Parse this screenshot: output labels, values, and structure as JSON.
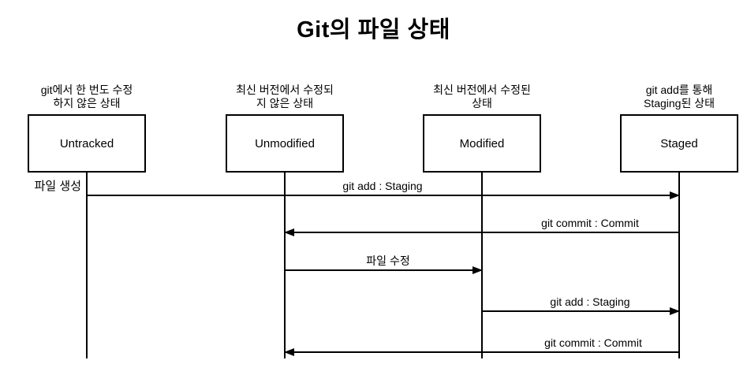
{
  "title": "Git의 파일 상태",
  "colors": {
    "line": "#000000",
    "background": "#ffffff",
    "text": "#000000"
  },
  "side_note": "파일 생성",
  "lifelines": [
    {
      "id": "untracked",
      "caption": [
        "git에서 한 번도 수정",
        "하지 않은 상태"
      ],
      "label": "Untracked"
    },
    {
      "id": "unmodified",
      "caption": [
        "최신 버전에서 수정되",
        "지 않은 상태"
      ],
      "label": "Unmodified"
    },
    {
      "id": "modified",
      "caption": [
        "최신 버전에서 수정된",
        "상태"
      ],
      "label": "Modified"
    },
    {
      "id": "staged",
      "caption": [
        "git add를 통해",
        "Staging된 상태"
      ],
      "label": "Staged"
    }
  ],
  "messages": [
    {
      "label": "git add : Staging",
      "from": "Untracked",
      "to": "Staged",
      "direction": "right"
    },
    {
      "label": "git commit : Commit",
      "from": "Staged",
      "to": "Unmodified",
      "direction": "left"
    },
    {
      "label": "파일 수정",
      "from": "Unmodified",
      "to": "Modified",
      "direction": "right"
    },
    {
      "label": "git add : Staging",
      "from": "Modified",
      "to": "Staged",
      "direction": "right"
    },
    {
      "label": "git commit : Commit",
      "from": "Staged",
      "to": "Unmodified",
      "direction": "left"
    }
  ]
}
